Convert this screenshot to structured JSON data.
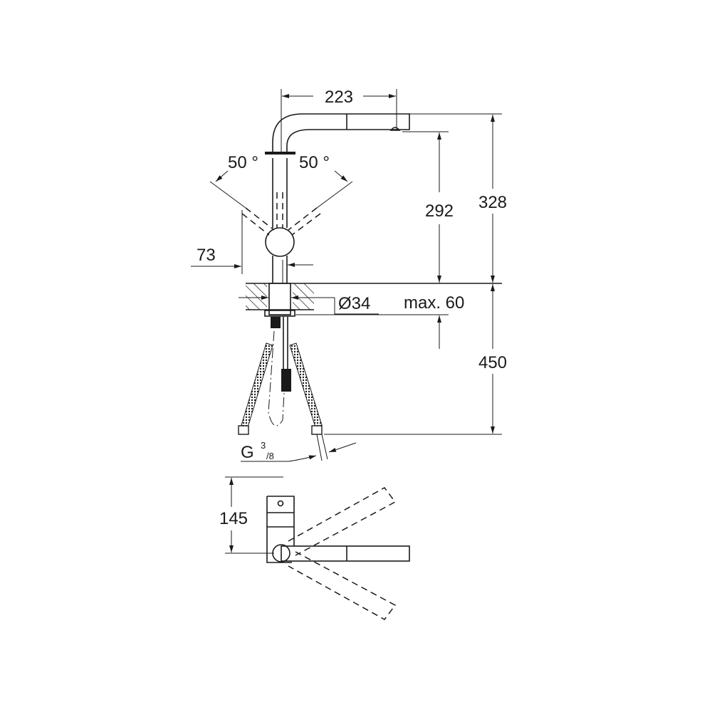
{
  "dimensions": {
    "spout_reach": "223",
    "swivel_left": "50 °",
    "swivel_right": "50 °",
    "offset": "73",
    "spout_height": "292",
    "total_height": "328",
    "hole_diameter": "Ø34",
    "counter_thickness": "max. 60",
    "hose_length": "450",
    "connection_g": "G",
    "connection_num": "3",
    "connection_den": "/8",
    "top_view_depth": "145"
  },
  "line_color": "#1a1a1a"
}
